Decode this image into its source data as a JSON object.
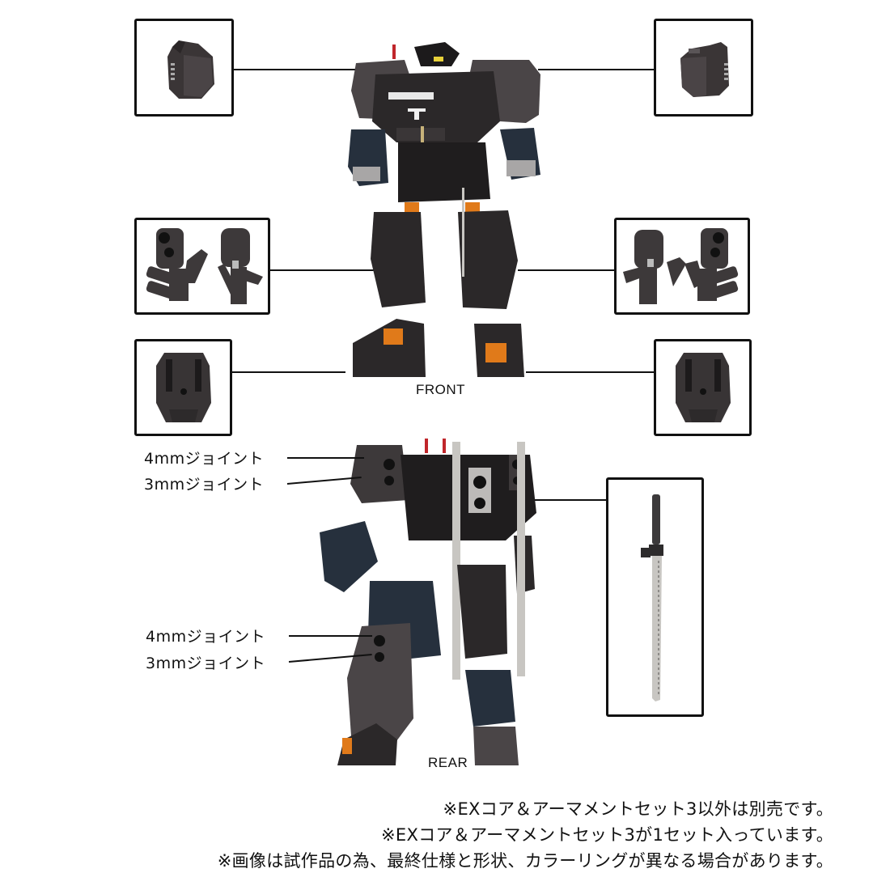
{
  "views": {
    "front_label": "FRONT",
    "rear_label": "REAR"
  },
  "callouts": {
    "upper": {
      "joint_4mm": "4mmジョイント",
      "joint_3mm": "3mmジョイント"
    },
    "lower": {
      "joint_4mm": "4mmジョイント",
      "joint_3mm": "3mmジョイント"
    }
  },
  "parts": [
    {
      "id": "shoulder-armor-left",
      "desc": "shoulder armor part (left)"
    },
    {
      "id": "shoulder-armor-right",
      "desc": "shoulder armor part (right)"
    },
    {
      "id": "hand-parts-left",
      "desc": "hand parts pair (left)"
    },
    {
      "id": "hand-parts-right",
      "desc": "hand parts pair (right)"
    },
    {
      "id": "foot-part-left",
      "desc": "foot/leg armor part (left)"
    },
    {
      "id": "foot-part-right",
      "desc": "foot/leg armor part (right)"
    },
    {
      "id": "sword",
      "desc": "long sword weapon"
    }
  ],
  "notes": [
    "※EXコア＆アーマメントセット3以外は別売です。",
    "※EXコア＆アーマメントセット3が1セット入っています。",
    "※画像は試作品の為、最終仕様と形状、カラーリングが異なる場合があります。"
  ],
  "colors": {
    "background": "#ffffff",
    "line": "#111111",
    "armor_dark": "#2b2829",
    "armor_mid": "#4a4547",
    "armor_navy": "#26303d",
    "accent_orange": "#e07a1a",
    "accent_red": "#c0262b",
    "accent_yellow": "#e8d13a",
    "blade": "#c8c6c2"
  }
}
